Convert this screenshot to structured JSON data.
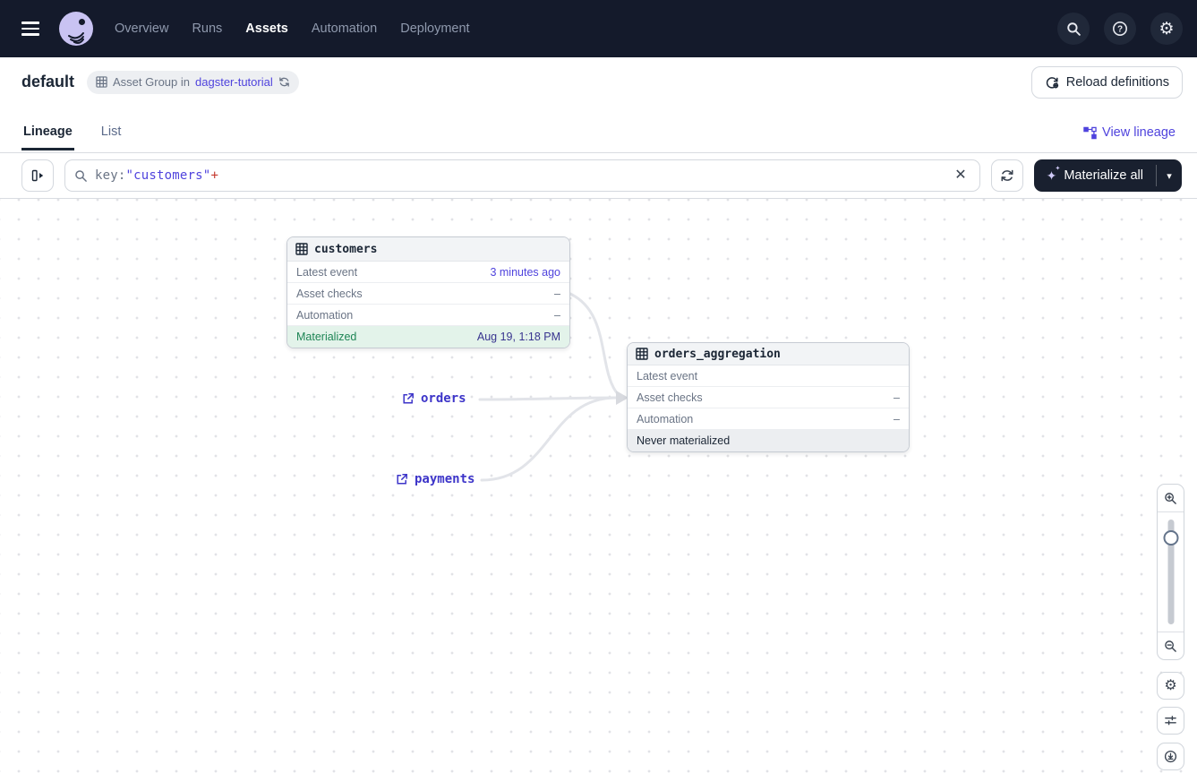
{
  "nav": {
    "items": [
      {
        "label": "Overview",
        "active": false
      },
      {
        "label": "Runs",
        "active": false
      },
      {
        "label": "Assets",
        "active": true
      },
      {
        "label": "Automation",
        "active": false
      },
      {
        "label": "Deployment",
        "active": false
      }
    ],
    "icons": {
      "menu": "hamburger-icon",
      "logo": "dagster-octopus-logo",
      "search": "magnifier",
      "help": "question-circle",
      "settings": "gear"
    }
  },
  "header": {
    "title": "default",
    "badge_prefix": "Asset Group in",
    "badge_link": "dagster-tutorial",
    "reload_label": "Reload definitions"
  },
  "tabs": {
    "items": [
      {
        "label": "Lineage",
        "active": true
      },
      {
        "label": "List",
        "active": false
      }
    ],
    "view_lineage_label": "View lineage"
  },
  "toolbar": {
    "query_key": "key:",
    "query_value": "\"customers\"",
    "query_suffix": "+",
    "materialize_label": "Materialize all",
    "caret": "▾",
    "clear": "✕"
  },
  "graph": {
    "nodes": [
      {
        "title": "customers",
        "rows": [
          {
            "label": "Latest event",
            "value": "3 minutes ago"
          },
          {
            "label": "Asset checks",
            "value": "–"
          },
          {
            "label": "Automation",
            "value": "–"
          },
          {
            "label": "Materialized",
            "value": "Aug 19, 1:18 PM"
          }
        ]
      },
      {
        "title": "orders_aggregation",
        "rows": [
          {
            "label": "Latest event",
            "value": ""
          },
          {
            "label": "Asset checks",
            "value": "–"
          },
          {
            "label": "Automation",
            "value": "–"
          },
          {
            "label": "Never materialized",
            "value": ""
          }
        ]
      }
    ],
    "external_links": [
      {
        "label": "orders"
      },
      {
        "label": "payments"
      }
    ]
  },
  "colors": {
    "accent": "#4f43dd",
    "nav_bg": "#141a2b",
    "green_text": "#1e8555",
    "green_bg": "#e3f3ea",
    "red": "#c5392e",
    "dark": "#1b2635"
  }
}
